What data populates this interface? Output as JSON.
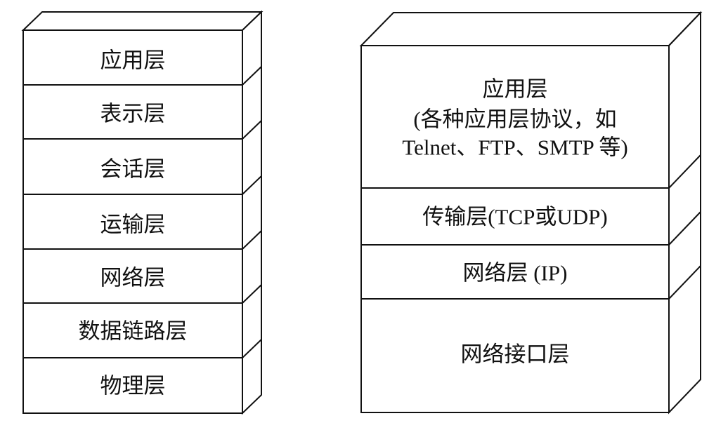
{
  "left_stack": {
    "layers": [
      {
        "label": "应用层"
      },
      {
        "label": "表示层"
      },
      {
        "label": "会话层"
      },
      {
        "label": "运输层"
      },
      {
        "label": "网络层"
      },
      {
        "label": "数据链路层"
      },
      {
        "label": "物理层"
      }
    ]
  },
  "right_stack": {
    "layers": [
      {
        "lines": [
          "应用层",
          "(各种应用层协议，如",
          "Telnet、FTP、SMTP 等)"
        ]
      },
      {
        "label": "传输层(TCP或UDP)"
      },
      {
        "label": "网络层 (IP)"
      },
      {
        "label": "网络接口层"
      }
    ]
  },
  "colors": {
    "stroke": "#111111",
    "fill": "#ffffff"
  }
}
